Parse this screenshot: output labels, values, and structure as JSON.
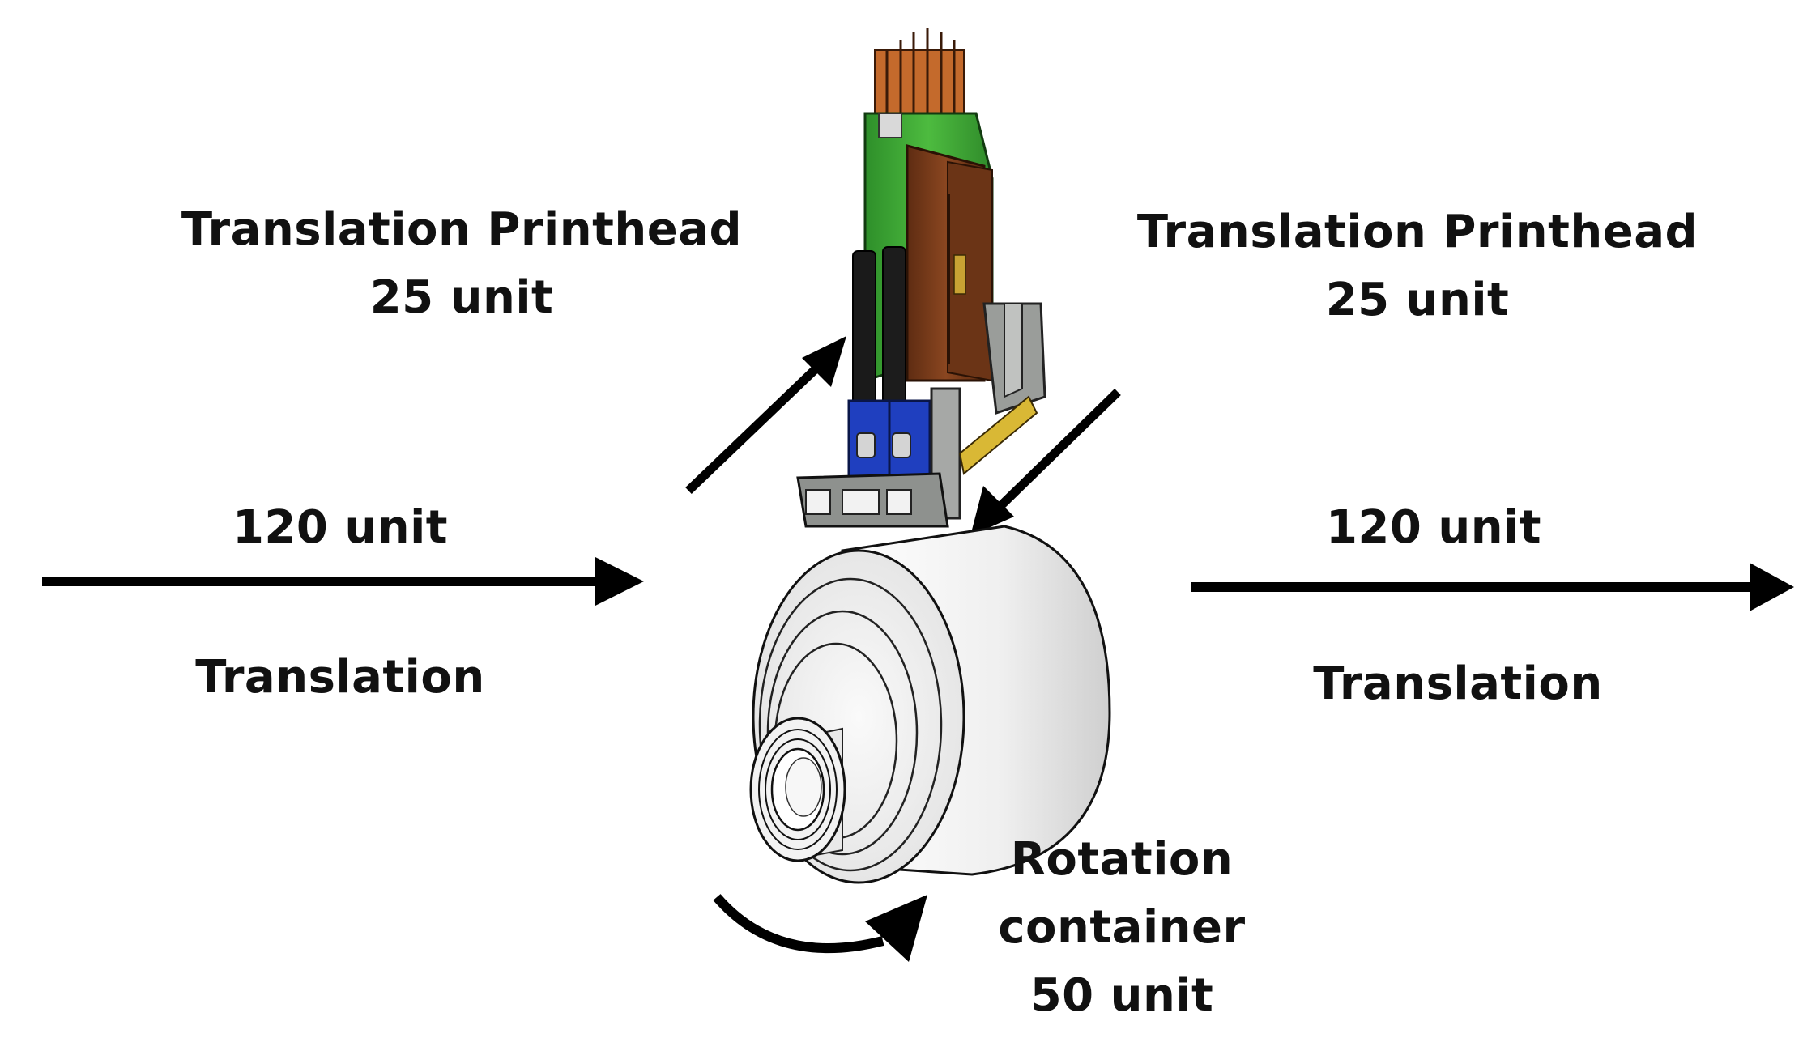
{
  "labels": {
    "printhead_left": {
      "line1": "Translation Printhead",
      "line2": "25 unit"
    },
    "printhead_right": {
      "line1": "Translation Printhead",
      "line2": "25 unit"
    },
    "left_units": "120 unit",
    "left_motion": "Translation",
    "right_units": "120 unit",
    "right_motion": "Translation",
    "rotation": {
      "line1": "Rotation",
      "line2": "container",
      "line3": "50 unit"
    }
  },
  "colors": {
    "arrow": "#000000",
    "pcb_green": "#3dae35",
    "connector_copper": "#c46a2c",
    "flex_brown": "#7a3b1a",
    "nozzle_blue": "#1f3fbf",
    "frame_gray": "#9a9d9a",
    "cylinder_white": "#efefef"
  },
  "icons": [
    "printhead-icon",
    "cylinder-container-icon"
  ]
}
